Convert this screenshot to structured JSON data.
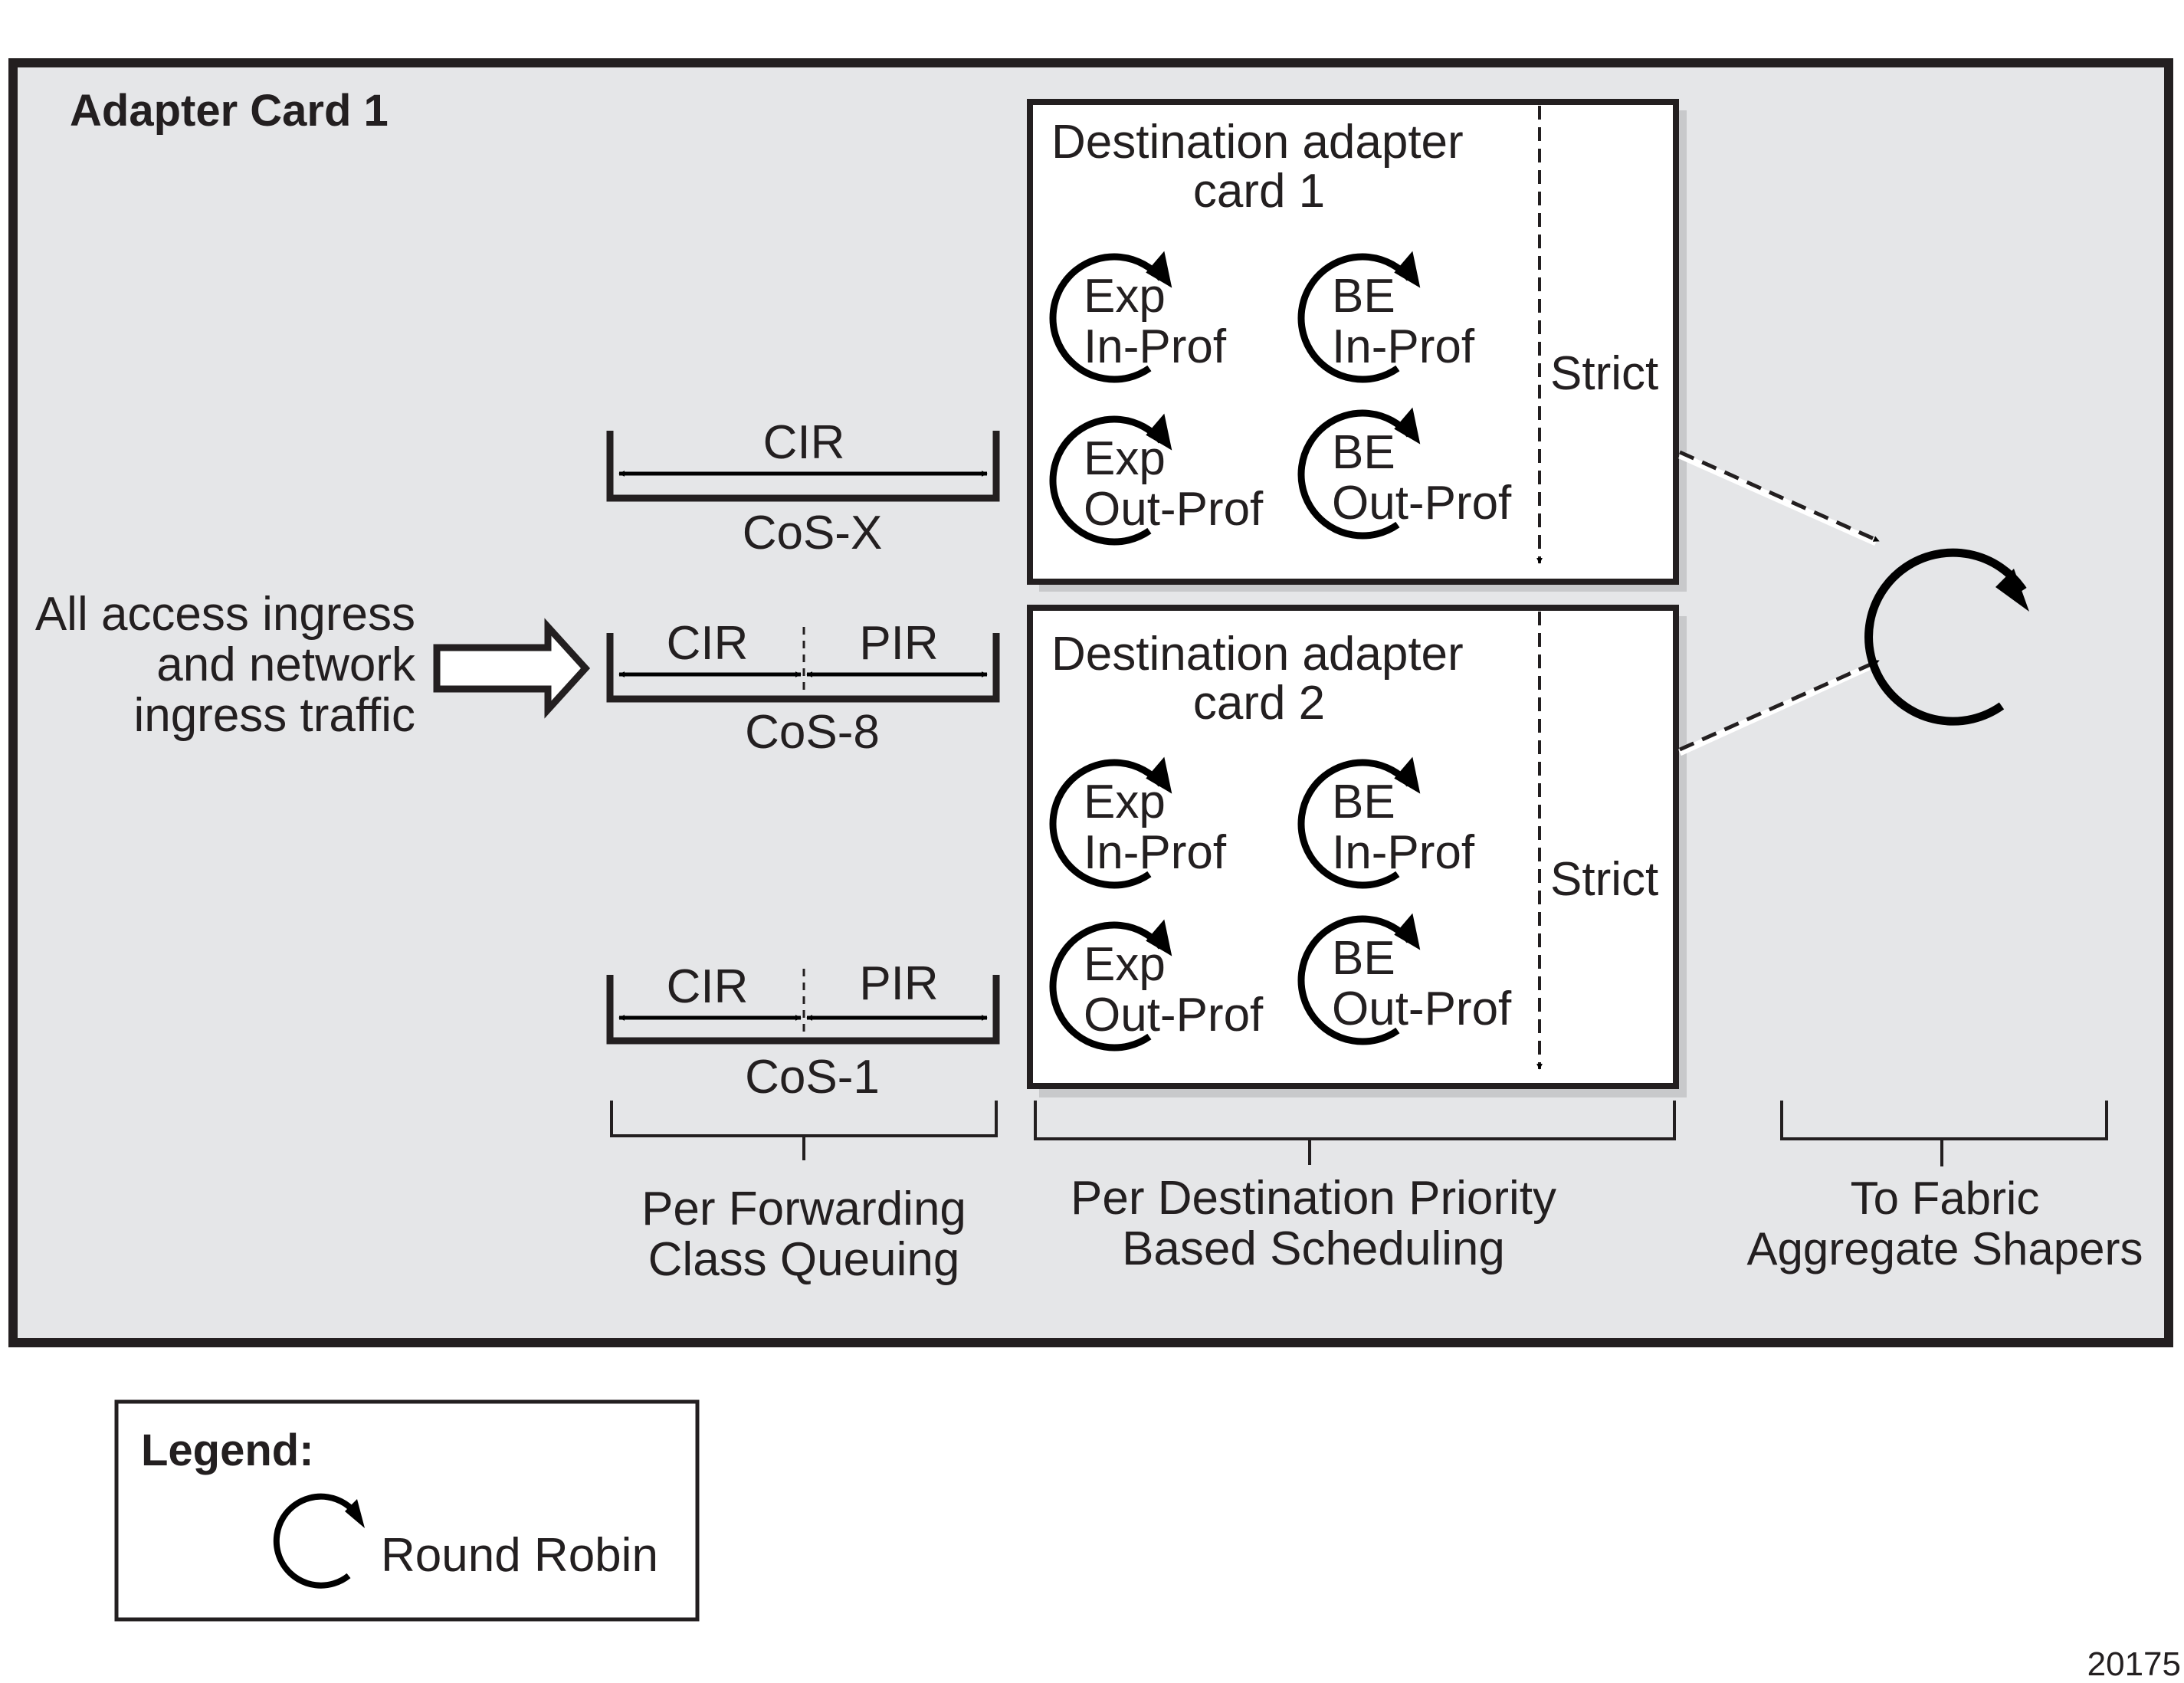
{
  "title": "Adapter Card 1",
  "input": {
    "lines": [
      "All access ingress",
      "and network",
      "ingress traffic"
    ]
  },
  "queues": [
    {
      "name": "CoS-X",
      "rates": [
        "CIR"
      ]
    },
    {
      "name": "CoS-8",
      "rates": [
        "CIR",
        "PIR"
      ]
    },
    {
      "name": "CoS-1",
      "rates": [
        "CIR",
        "PIR"
      ]
    }
  ],
  "destinations": [
    {
      "title_lines": [
        "Destination adapter",
        "card 1"
      ],
      "priority_label": "Strict",
      "schedulers": [
        {
          "lines": [
            "Exp",
            "In-Prof"
          ]
        },
        {
          "lines": [
            "BE",
            "In-Prof"
          ]
        },
        {
          "lines": [
            "Exp",
            "Out-Prof"
          ]
        },
        {
          "lines": [
            "BE",
            "Out-Prof"
          ]
        }
      ]
    },
    {
      "title_lines": [
        "Destination adapter",
        "card 2"
      ],
      "priority_label": "Strict",
      "schedulers": [
        {
          "lines": [
            "Exp",
            "In-Prof"
          ]
        },
        {
          "lines": [
            "BE",
            "In-Prof"
          ]
        },
        {
          "lines": [
            "Exp",
            "Out-Prof"
          ]
        },
        {
          "lines": [
            "BE",
            "Out-Prof"
          ]
        }
      ]
    }
  ],
  "stages": [
    {
      "lines": [
        "Per Forwarding",
        "Class Queuing"
      ]
    },
    {
      "lines": [
        "Per Destination Priority",
        "Based Scheduling"
      ]
    },
    {
      "lines": [
        "To Fabric",
        "Aggregate Shapers"
      ]
    }
  ],
  "legend": {
    "title": "Legend:",
    "items": [
      {
        "icon": "round-robin-icon",
        "label": "Round Robin"
      }
    ]
  },
  "figure_id": "20175",
  "colors": {
    "panel_bg": "#e5e6e8",
    "stroke": "#231f20",
    "box_bg": "#ffffff",
    "shadow": "#c8c9cb"
  }
}
